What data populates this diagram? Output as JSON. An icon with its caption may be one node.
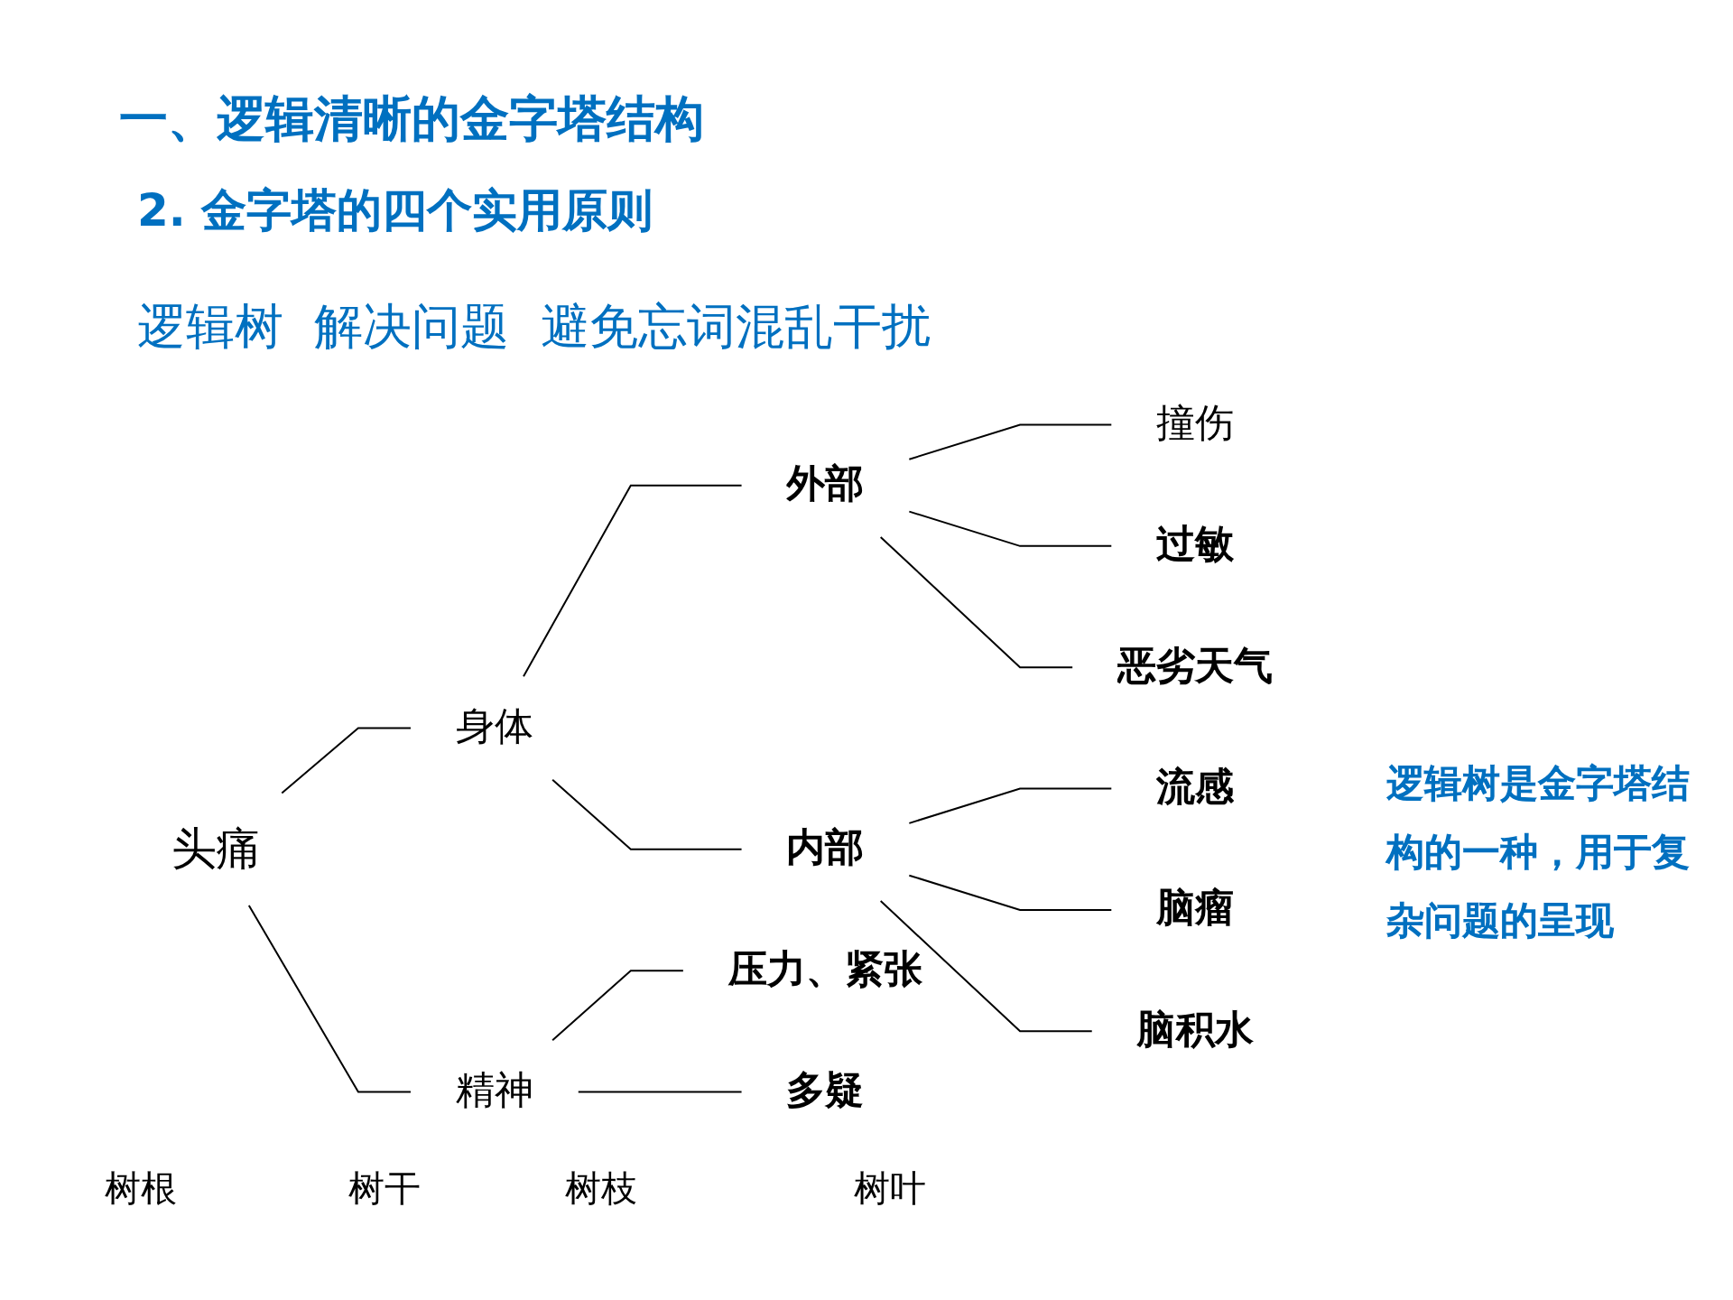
{
  "diagram": {
    "title": "一、逻辑清晰的金字塔结构",
    "nodes": [
      {
        "text": [
          "头痛"
        ]
      },
      {
        "text": [
          "身体"
        ]
      },
      {
        "text": [
          "精神"
        ]
      },
      {
        "text": [
          "外部"
        ]
      },
      {
        "text": [
          "内部"
        ]
      },
      {
        "text": [
          "撞伤"
        ]
      },
      {
        "text": [
          "过敏"
        ]
      },
      {
        "text": [
          "恶劣天气"
        ]
      },
      {
        "text": [
          "流感"
        ]
      },
      {
        "text": [
          "脑瘤"
        ]
      },
      {
        "text": [
          "脑积水"
        ]
      },
      {
        "text": [
          "压力、紧张"
        ]
      },
      {
        "text": [
          "多疑"
        ]
      }
    ],
    "edges": [
      {
        "from": 0,
        "to": 1,
        "arrow": "none"
      },
      {
        "from": 0,
        "to": 2,
        "arrow": "none"
      },
      {
        "from": 1,
        "to": 3,
        "arrow": "none"
      },
      {
        "from": 1,
        "to": 4,
        "arrow": "none"
      },
      {
        "from": 3,
        "to": 5,
        "arrow": "none"
      },
      {
        "from": 3,
        "to": 6,
        "arrow": "none"
      },
      {
        "from": 3,
        "to": 7,
        "arrow": "none"
      },
      {
        "from": 4,
        "to": 8,
        "arrow": "none"
      },
      {
        "from": 4,
        "to": 9,
        "arrow": "none"
      },
      {
        "from": 4,
        "to": 10,
        "arrow": "none"
      },
      {
        "from": 2,
        "to": 11,
        "arrow": "none"
      },
      {
        "from": 2,
        "to": 12,
        "arrow": "none"
      }
    ],
    "labels": [
      "2. 金字塔的四个实用原则",
      "逻辑树  解决问题  避免忘词混乱干扰",
      "逻辑树是金字塔结构的一种，用于复杂问题的呈现",
      "树根",
      "树干",
      "树枝",
      "树叶"
    ]
  }
}
